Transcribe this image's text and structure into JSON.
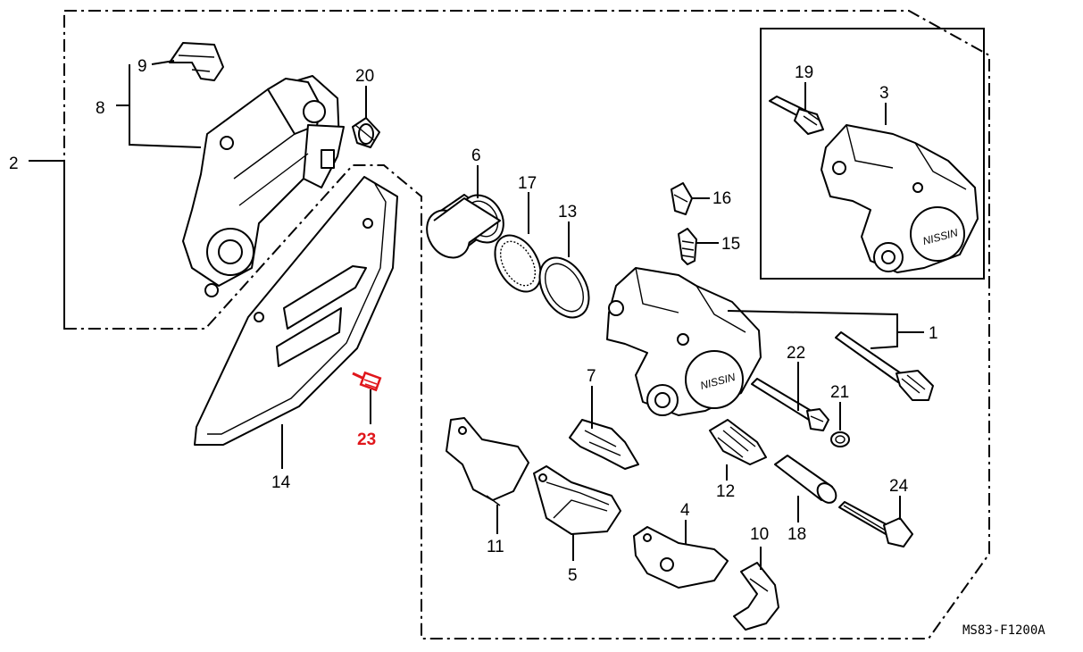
{
  "parts": {
    "p1": "1",
    "p2": "2",
    "p3": "3",
    "p4": "4",
    "p5": "5",
    "p6": "6",
    "p7": "7",
    "p8": "8",
    "p9": "9",
    "p10": "10",
    "p11": "11",
    "p12": "12",
    "p13": "13",
    "p14": "14",
    "p15": "15",
    "p16": "16",
    "p17": "17",
    "p18": "18",
    "p19": "19",
    "p20": "20",
    "p21": "21",
    "p22": "22",
    "p23": "23",
    "p24": "24"
  },
  "highlight_color": "#e0161b",
  "caliper_brand": "NISSIN",
  "drawing_code": "MS83-F1200A"
}
